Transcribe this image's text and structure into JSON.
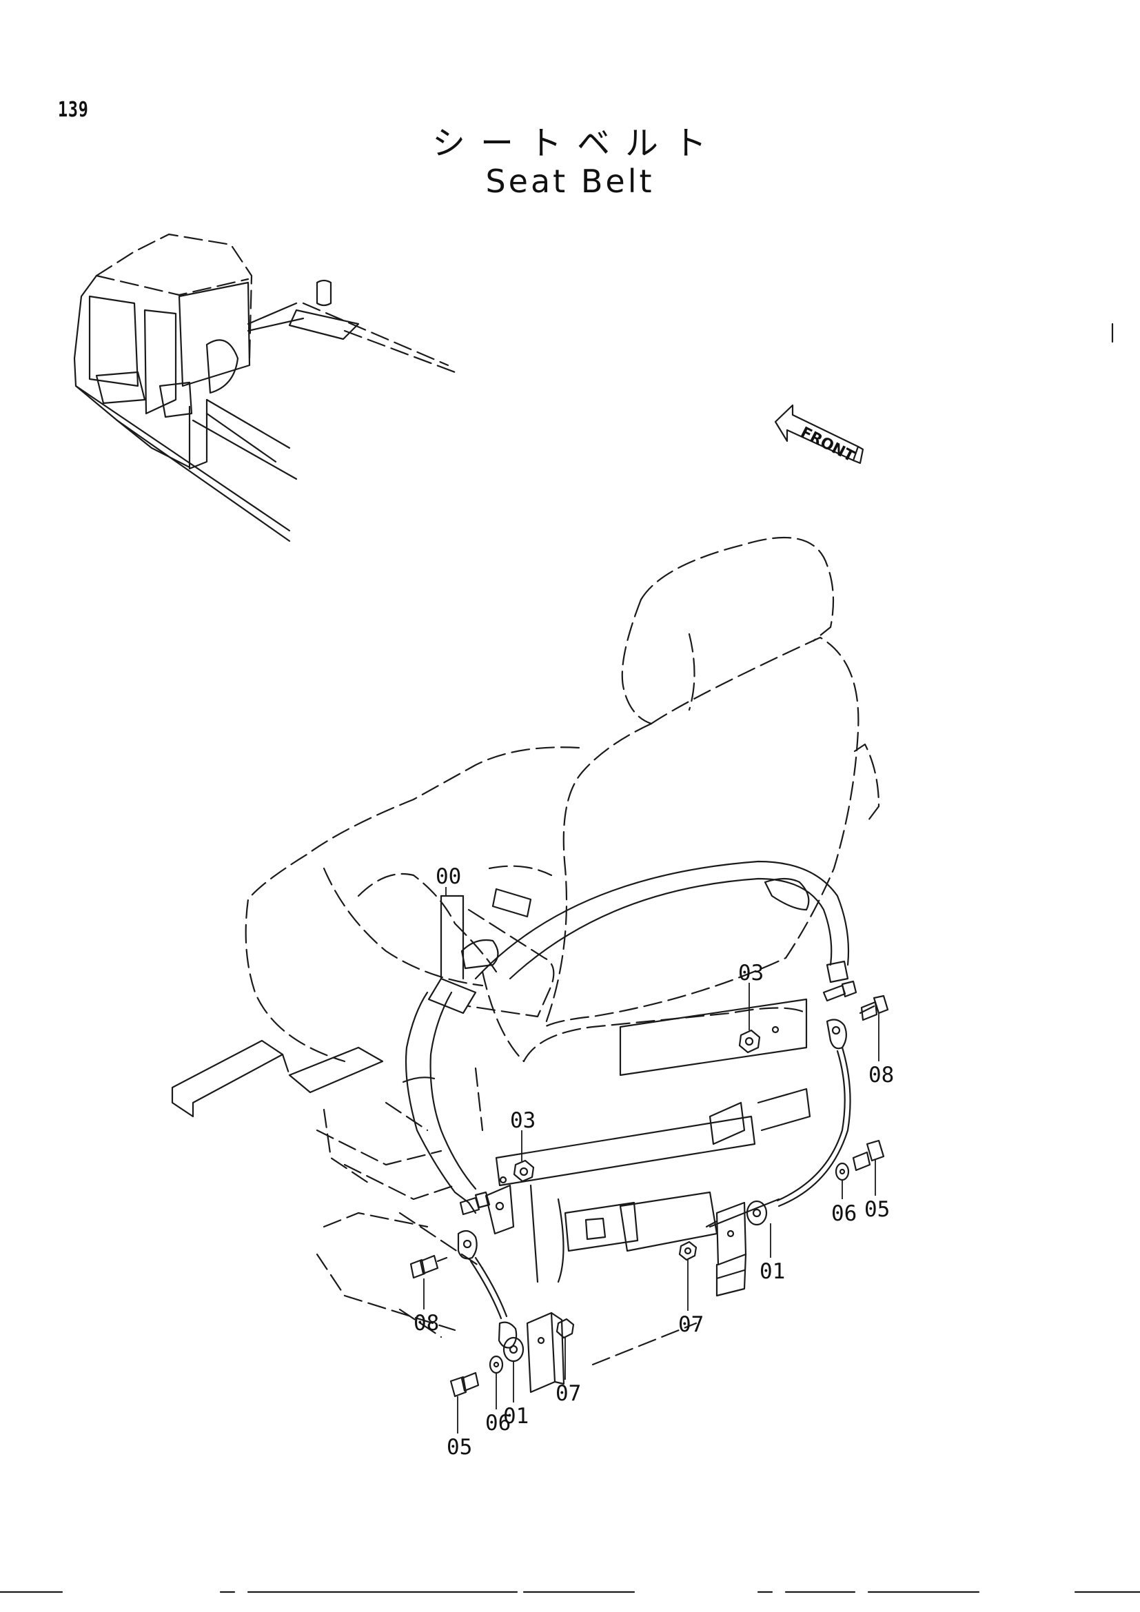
{
  "page_number": "139",
  "title_jp": "シートベルト",
  "title_en": "Seat Belt",
  "front_label": "FRONT",
  "callouts": [
    {
      "id": "00",
      "part": "seat-belt-assembly"
    },
    {
      "id": "03",
      "part": "nut-right"
    },
    {
      "id": "08",
      "part": "bolt-right"
    },
    {
      "id": "03",
      "part": "nut-left"
    },
    {
      "id": "05",
      "part": "bolt-right-ground"
    },
    {
      "id": "06",
      "part": "washer-right"
    },
    {
      "id": "01",
      "part": "ground-cable-right"
    },
    {
      "id": "07",
      "part": "nut-bracket-center"
    },
    {
      "id": "08",
      "part": "bolt-left"
    },
    {
      "id": "07",
      "part": "nut-bracket-left"
    },
    {
      "id": "01",
      "part": "ground-cable-left"
    },
    {
      "id": "06",
      "part": "washer-left"
    },
    {
      "id": "05",
      "part": "bolt-left-ground"
    }
  ]
}
